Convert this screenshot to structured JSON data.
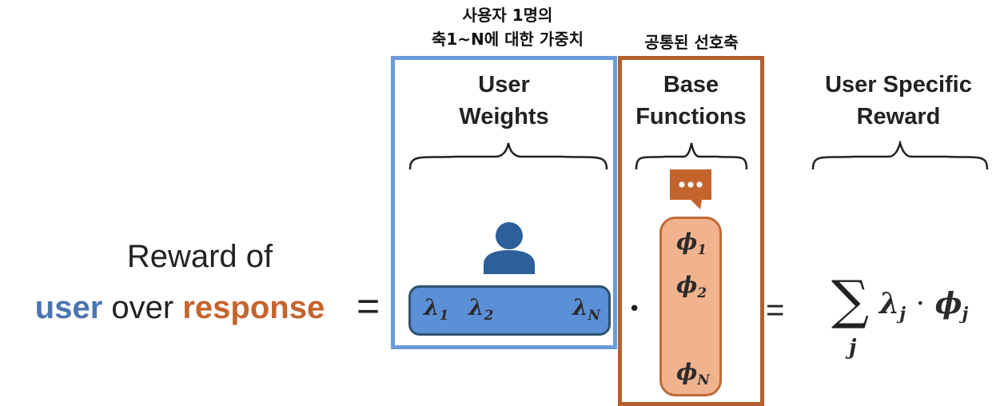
{
  "annotations": {
    "user_weights_note_line1": "사용자 1명의",
    "user_weights_note_line2": "축1~N에 대한 가중치",
    "base_functions_note": "공통된 선호축"
  },
  "headers": {
    "user_weights_line1": "User",
    "user_weights_line2": "Weights",
    "base_functions_line1": "Base",
    "base_functions_line2": "Functions",
    "reward_line1": "User Specific",
    "reward_line2": "Reward"
  },
  "left_expression": {
    "line1": "Reward of",
    "user_word": "user",
    "over_word": "over",
    "response_word": "response",
    "equals": "="
  },
  "weights": [
    {
      "symbol": "λ",
      "sub": "1"
    },
    {
      "symbol": "λ",
      "sub": "2"
    },
    {
      "symbol": "λ",
      "sub": "N"
    }
  ],
  "functions": [
    {
      "symbol": "ϕ",
      "sub": "1"
    },
    {
      "symbol": "ϕ",
      "sub": "2"
    },
    {
      "symbol": "ϕ",
      "sub": "N"
    }
  ],
  "operators": {
    "dot": "•",
    "equals": "=",
    "sum": "∑",
    "sum_index": "j"
  },
  "sum_term": {
    "lambda": "λ",
    "lambda_sub": "j",
    "cdot": "·",
    "phi": "ϕ",
    "phi_sub": "j"
  },
  "colors": {
    "user_blue": "#4a76b0",
    "response_orange": "#c4642d",
    "blue_box": "#6a9bd8",
    "orange_box": "#b45f2e"
  },
  "icons": [
    "user-person-icon",
    "chat-bubble-icon",
    "curly-brace-icon"
  ]
}
